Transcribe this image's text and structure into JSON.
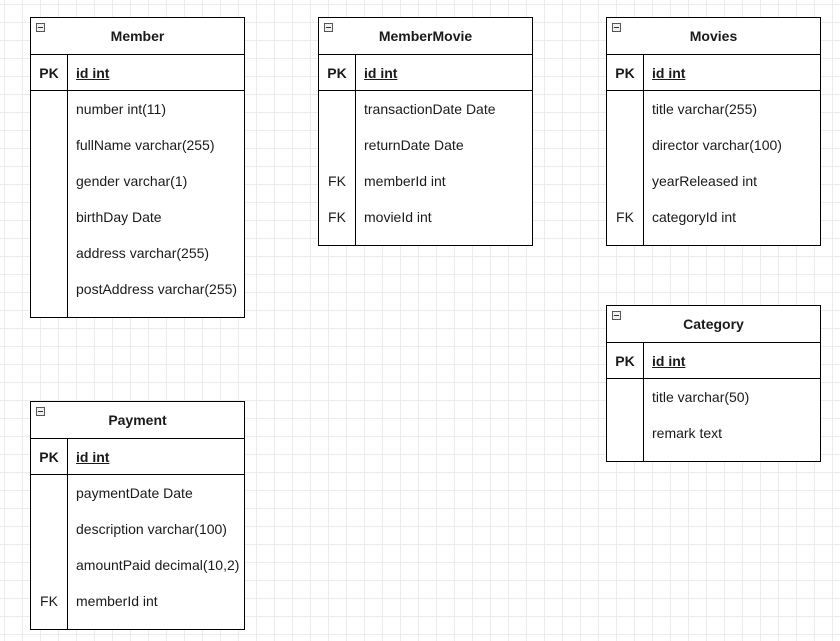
{
  "tables": [
    {
      "id": "member",
      "name": "Member",
      "primary": {
        "key": "PK",
        "field": "id int"
      },
      "fields": [
        {
          "key": "",
          "field": "number int(11)"
        },
        {
          "key": "",
          "field": "fullName varchar(255)"
        },
        {
          "key": "",
          "field": "gender varchar(1)"
        },
        {
          "key": "",
          "field": "birthDay Date"
        },
        {
          "key": "",
          "field": "address varchar(255)"
        },
        {
          "key": "",
          "field": "postAddress varchar(255)"
        }
      ]
    },
    {
      "id": "membermovie",
      "name": "MemberMovie",
      "primary": {
        "key": "PK",
        "field": "id int"
      },
      "fields": [
        {
          "key": "",
          "field": "transactionDate Date"
        },
        {
          "key": "",
          "field": "returnDate Date"
        },
        {
          "key": "FK",
          "field": "memberId int"
        },
        {
          "key": "FK",
          "field": "movieId int"
        }
      ]
    },
    {
      "id": "movies",
      "name": "Movies",
      "primary": {
        "key": "PK",
        "field": "id int"
      },
      "fields": [
        {
          "key": "",
          "field": "title varchar(255)"
        },
        {
          "key": "",
          "field": "director varchar(100)"
        },
        {
          "key": "",
          "field": "yearReleased int"
        },
        {
          "key": "FK",
          "field": "categoryId int"
        }
      ]
    },
    {
      "id": "category",
      "name": "Category",
      "primary": {
        "key": "PK",
        "field": "id int"
      },
      "fields": [
        {
          "key": "",
          "field": "title varchar(50)"
        },
        {
          "key": "",
          "field": "remark text"
        }
      ]
    },
    {
      "id": "payment",
      "name": "Payment",
      "primary": {
        "key": "PK",
        "field": "id int"
      },
      "fields": [
        {
          "key": "",
          "field": "paymentDate Date"
        },
        {
          "key": "",
          "field": "description varchar(100)"
        },
        {
          "key": "",
          "field": "amountPaid decimal(10,2)"
        },
        {
          "key": "FK",
          "field": "memberId int"
        }
      ]
    }
  ]
}
